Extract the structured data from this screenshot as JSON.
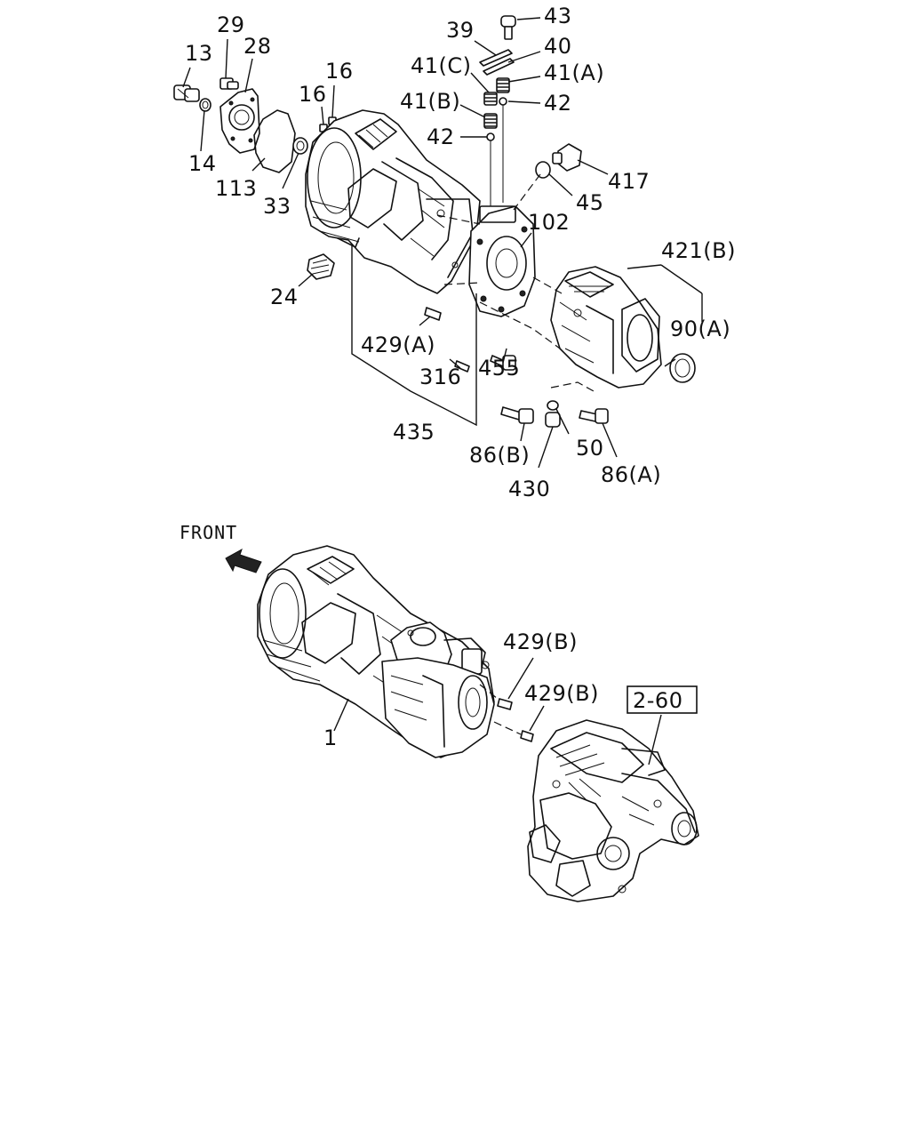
{
  "labels": {
    "p13": "13",
    "p14": "14",
    "p29": "29",
    "p28": "28",
    "p113": "113",
    "p33": "33",
    "p16a": "16",
    "p16b": "16",
    "p24": "24",
    "p39": "39",
    "p43": "43",
    "p40": "40",
    "p41c": "41(C)",
    "p41a": "41(A)",
    "p41b": "41(B)",
    "p42a": "42",
    "p42b": "42",
    "p417": "417",
    "p45": "45",
    "p102": "102",
    "p421b": "421(B)",
    "p90a": "90(A)",
    "p429a": "429(A)",
    "p316": "316",
    "p455": "455",
    "p435": "435",
    "p86b": "86(B)",
    "p430": "430",
    "p50": "50",
    "p86a": "86(A)",
    "front": "FRONT",
    "p1": "1",
    "p429b1": "429(B)",
    "p429b2": "429(B)",
    "ref": "2-60"
  }
}
